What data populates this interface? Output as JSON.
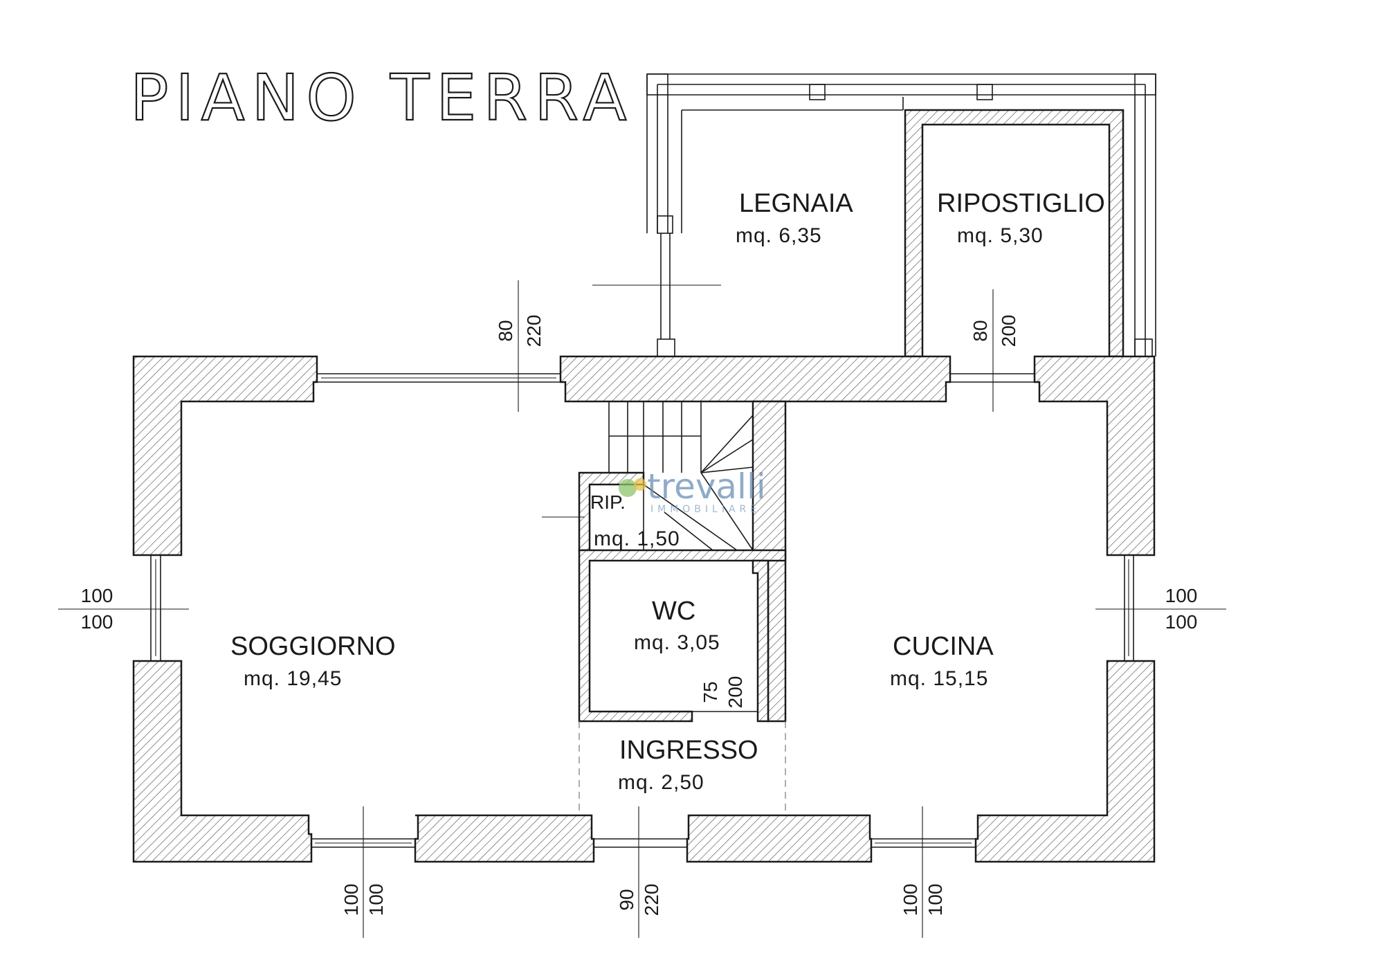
{
  "title": "PIANO TERRA",
  "rooms": [
    {
      "name": "LEGNAIA",
      "area": "mq.  6,35"
    },
    {
      "name": "RIPOSTIGLIO",
      "area": "mq.  5,30"
    },
    {
      "name": "RIP.",
      "area": "mq.  1,50"
    },
    {
      "name": "WC",
      "area": "mq.  3,05"
    },
    {
      "name": "SOGGIORNO",
      "area": "mq.  19,45"
    },
    {
      "name": "CUCINA",
      "area": "mq.  15,15"
    },
    {
      "name": "INGRESSO",
      "area": "mq.  2,50"
    }
  ],
  "dimensions": [
    {
      "top": "80",
      "bottom": "220"
    },
    {
      "top": "80",
      "bottom": "200"
    },
    {
      "top": "100",
      "bottom": "100"
    },
    {
      "top": "100",
      "bottom": "100"
    },
    {
      "top": "75",
      "bottom": "200"
    },
    {
      "top": "100",
      "bottom": "100"
    },
    {
      "top": "90",
      "bottom": "220"
    },
    {
      "top": "100",
      "bottom": "100"
    }
  ],
  "watermark": {
    "name": "trevalli",
    "sub": "IMMOBILIARE"
  },
  "colors": {
    "line": "#1a1a1a",
    "watermark": "#6b8fb8",
    "background": "#ffffff"
  }
}
